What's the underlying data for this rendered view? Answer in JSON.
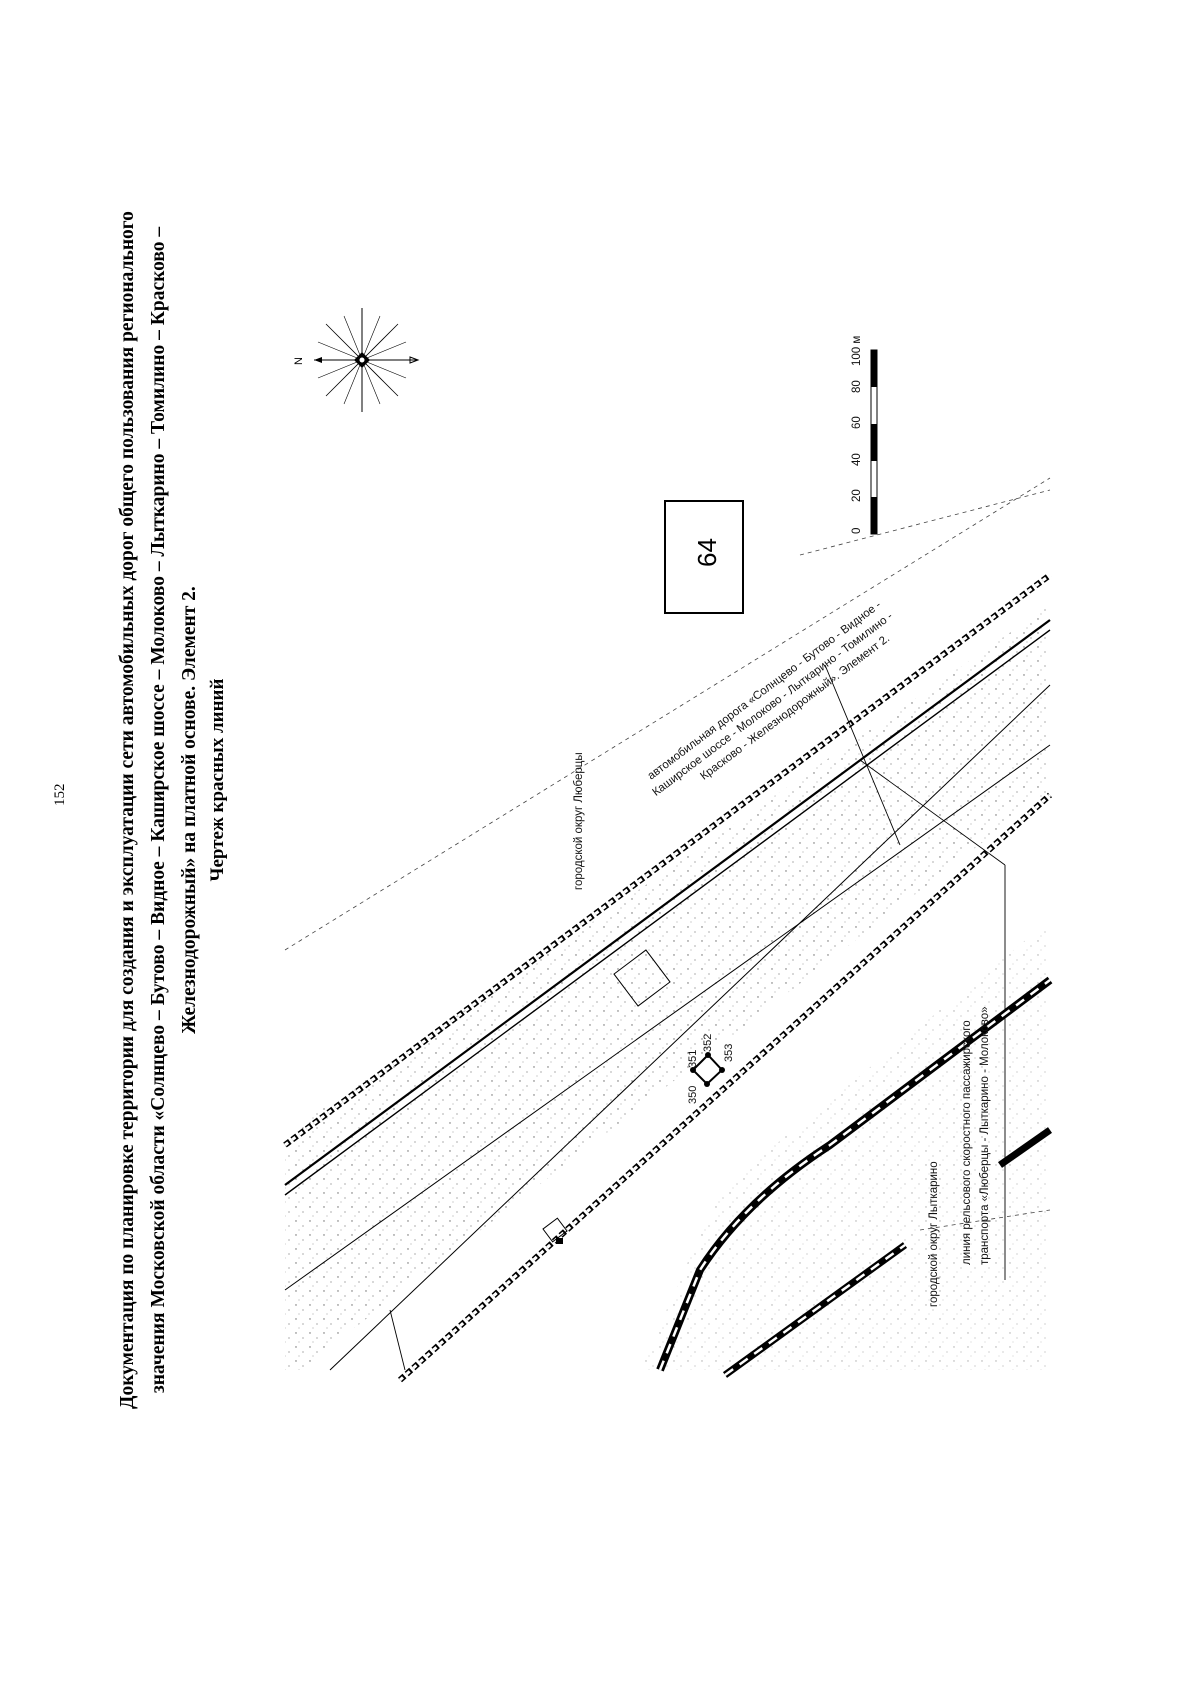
{
  "page_number": "152",
  "title": {
    "line1": "Документация по планировке территории для создания и эксплуатации сети автомобильных дорог общего пользования регионального",
    "line2": "значения Московской области «Солнцево – Бутово – Видное – Каширское шоссе – Молоково – Лыткарино – Томилино – Красково –",
    "line3": "Железнодорожный» на платной основе. Элемент 2."
  },
  "subtitle": "Чертеж красных линий",
  "compass": {
    "north_label": "N",
    "icon": "compass-rose-icon"
  },
  "scale_bar": {
    "ticks": [
      "0",
      "20",
      "40",
      "60",
      "80",
      "100 м"
    ]
  },
  "sheet_box": {
    "label": "64"
  },
  "labels": {
    "road_line1": "автомобильная дорога «Солнцево - Бутово - Видное -",
    "road_line2": "Каширское шоссе - Молоково - Лыткарино - Томилино -",
    "road_line3": "Красково - Железнодорожный». Элемент 2.",
    "lyubertsy": "городской округ Люберцы",
    "lytkarino": "городской округ Лыткарино",
    "rail_line1": "линия рельсового скоростного пассажирского",
    "rail_line2": "транспорта «Люберцы - Лыткарино - Молоково»"
  },
  "points": [
    "350",
    "351",
    "352",
    "353"
  ],
  "colors": {
    "ink": "#000000",
    "paper": "#ffffff"
  }
}
